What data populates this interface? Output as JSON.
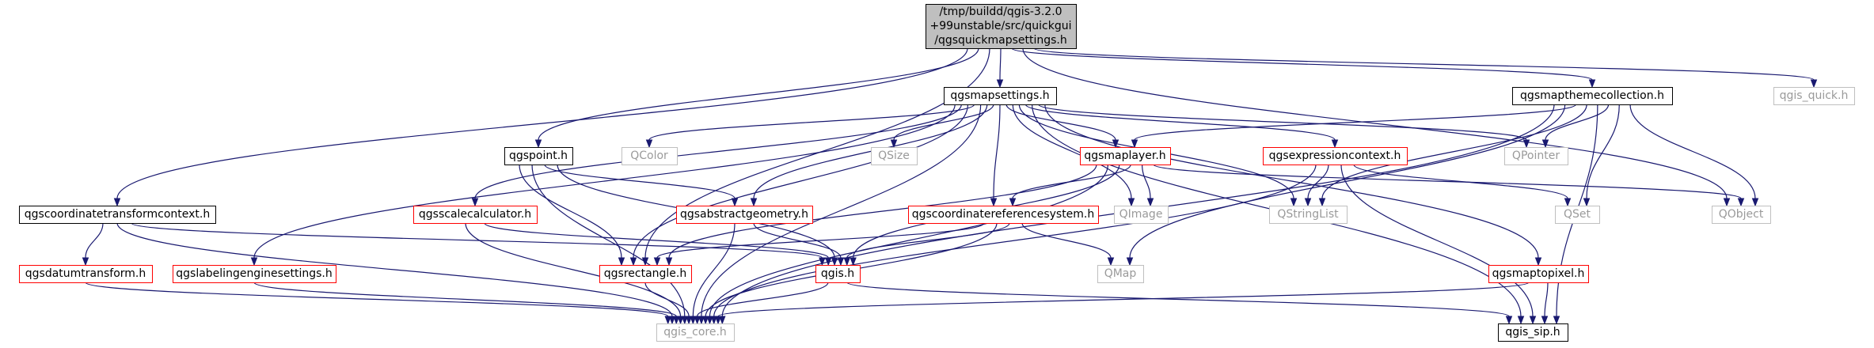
{
  "diagram": {
    "nodes": [
      {
        "id": "root",
        "kind": "root",
        "lines": [
          "/tmp/buildd/qgis-3.2.0",
          "+99unstable/src/quickgui",
          "/qgsquickmapsettings.h"
        ]
      },
      {
        "id": "mapsettings",
        "kind": "doc",
        "lines": [
          "qgsmapsettings.h"
        ]
      },
      {
        "id": "themecollection",
        "kind": "doc",
        "lines": [
          "qgsmapthemecollection.h"
        ]
      },
      {
        "id": "qgis_quick",
        "kind": "ext",
        "lines": [
          "qgis_quick.h"
        ]
      },
      {
        "id": "qgspoint",
        "kind": "doc",
        "lines": [
          "qgspoint.h"
        ]
      },
      {
        "id": "qcolor",
        "kind": "ext",
        "lines": [
          "QColor"
        ]
      },
      {
        "id": "qsize",
        "kind": "ext",
        "lines": [
          "QSize"
        ]
      },
      {
        "id": "maplayer",
        "kind": "red",
        "lines": [
          "qgsmaplayer.h"
        ]
      },
      {
        "id": "exprcontext",
        "kind": "red",
        "lines": [
          "qgsexpressioncontext.h"
        ]
      },
      {
        "id": "qpointer",
        "kind": "ext",
        "lines": [
          "QPointer"
        ]
      },
      {
        "id": "coordtransform",
        "kind": "doc",
        "lines": [
          "qgscoordinatetransformcontext.h"
        ]
      },
      {
        "id": "scalecalc",
        "kind": "red",
        "lines": [
          "qgsscalecalculator.h"
        ]
      },
      {
        "id": "abstractgeom",
        "kind": "red",
        "lines": [
          "qgsabstractgeometry.h"
        ]
      },
      {
        "id": "crs",
        "kind": "red",
        "lines": [
          "qgscoordinatereferencesystem.h"
        ]
      },
      {
        "id": "qimage",
        "kind": "ext",
        "lines": [
          "QImage"
        ]
      },
      {
        "id": "qstringlist",
        "kind": "ext",
        "lines": [
          "QStringList"
        ]
      },
      {
        "id": "qset",
        "kind": "ext",
        "lines": [
          "QSet"
        ]
      },
      {
        "id": "qobject",
        "kind": "ext",
        "lines": [
          "QObject"
        ]
      },
      {
        "id": "datumtransform",
        "kind": "red",
        "lines": [
          "qgsdatumtransform.h"
        ]
      },
      {
        "id": "labelengine",
        "kind": "red",
        "lines": [
          "qgslabelingenginesettings.h"
        ]
      },
      {
        "id": "qgsrectangle",
        "kind": "red",
        "lines": [
          "qgsrectangle.h"
        ]
      },
      {
        "id": "qgis_h",
        "kind": "red",
        "lines": [
          "qgis.h"
        ]
      },
      {
        "id": "qmap",
        "kind": "ext",
        "lines": [
          "QMap"
        ]
      },
      {
        "id": "maptopixel",
        "kind": "red",
        "lines": [
          "qgsmaptopixel.h"
        ]
      },
      {
        "id": "qgis_core",
        "kind": "ext",
        "lines": [
          "qgis_core.h"
        ]
      },
      {
        "id": "qgis_sip",
        "kind": "doc",
        "lines": [
          "qgis_sip.h"
        ]
      }
    ],
    "edges": [
      {
        "from": "root",
        "to": "mapsettings"
      },
      {
        "from": "root",
        "to": "themecollection"
      },
      {
        "from": "root",
        "to": "qgis_quick"
      },
      {
        "from": "root",
        "to": "qgspoint"
      },
      {
        "from": "root",
        "to": "coordtransform"
      },
      {
        "from": "root",
        "to": "qgsrectangle"
      },
      {
        "from": "root",
        "to": "qobject"
      },
      {
        "from": "mapsettings",
        "to": "qcolor"
      },
      {
        "from": "mapsettings",
        "to": "qsize"
      },
      {
        "from": "mapsettings",
        "to": "maplayer"
      },
      {
        "from": "mapsettings",
        "to": "exprcontext"
      },
      {
        "from": "mapsettings",
        "to": "qpointer"
      },
      {
        "from": "mapsettings",
        "to": "scalecalc"
      },
      {
        "from": "mapsettings",
        "to": "abstractgeom"
      },
      {
        "from": "mapsettings",
        "to": "crs"
      },
      {
        "from": "mapsettings",
        "to": "qimage"
      },
      {
        "from": "mapsettings",
        "to": "qstringlist"
      },
      {
        "from": "mapsettings",
        "to": "labelengine"
      },
      {
        "from": "mapsettings",
        "to": "qgsrectangle"
      },
      {
        "from": "mapsettings",
        "to": "maptopixel"
      },
      {
        "from": "mapsettings",
        "to": "qgis_core"
      },
      {
        "from": "mapsettings",
        "to": "qgis_sip"
      },
      {
        "from": "themecollection",
        "to": "maplayer"
      },
      {
        "from": "themecollection",
        "to": "qpointer"
      },
      {
        "from": "themecollection",
        "to": "qstringlist"
      },
      {
        "from": "themecollection",
        "to": "qset"
      },
      {
        "from": "themecollection",
        "to": "qobject"
      },
      {
        "from": "themecollection",
        "to": "qmap"
      },
      {
        "from": "themecollection",
        "to": "qgis_core"
      },
      {
        "from": "themecollection",
        "to": "qgis_sip"
      },
      {
        "from": "qgspoint",
        "to": "abstractgeom"
      },
      {
        "from": "qgspoint",
        "to": "qgsrectangle"
      },
      {
        "from": "qgspoint",
        "to": "qgis_h"
      },
      {
        "from": "qgspoint",
        "to": "qgis_core"
      },
      {
        "from": "maplayer",
        "to": "crs"
      },
      {
        "from": "maplayer",
        "to": "qimage"
      },
      {
        "from": "maplayer",
        "to": "qobject"
      },
      {
        "from": "maplayer",
        "to": "qgsrectangle"
      },
      {
        "from": "maplayer",
        "to": "qgis_h"
      },
      {
        "from": "maplayer",
        "to": "qgis_core"
      },
      {
        "from": "exprcontext",
        "to": "qstringlist"
      },
      {
        "from": "exprcontext",
        "to": "qset"
      },
      {
        "from": "exprcontext",
        "to": "qgis_core"
      },
      {
        "from": "exprcontext",
        "to": "qgis_sip"
      },
      {
        "from": "coordtransform",
        "to": "datumtransform"
      },
      {
        "from": "coordtransform",
        "to": "qgis_h"
      },
      {
        "from": "coordtransform",
        "to": "qgis_core"
      },
      {
        "from": "scalecalc",
        "to": "qgis_h"
      },
      {
        "from": "scalecalc",
        "to": "qgis_core"
      },
      {
        "from": "abstractgeom",
        "to": "qgis_h"
      },
      {
        "from": "abstractgeom",
        "to": "qgis_core"
      },
      {
        "from": "crs",
        "to": "qgsrectangle"
      },
      {
        "from": "crs",
        "to": "qgis_h"
      },
      {
        "from": "crs",
        "to": "qmap"
      },
      {
        "from": "crs",
        "to": "qgis_core"
      },
      {
        "from": "datumtransform",
        "to": "qgis_core"
      },
      {
        "from": "labelengine",
        "to": "qgis_core"
      },
      {
        "from": "qgsrectangle",
        "to": "qgis_core"
      },
      {
        "from": "qgis_h",
        "to": "qgis_core"
      },
      {
        "from": "qgis_h",
        "to": "qgis_sip"
      },
      {
        "from": "maptopixel",
        "to": "qgis_core"
      },
      {
        "from": "maptopixel",
        "to": "qgis_sip"
      }
    ]
  }
}
